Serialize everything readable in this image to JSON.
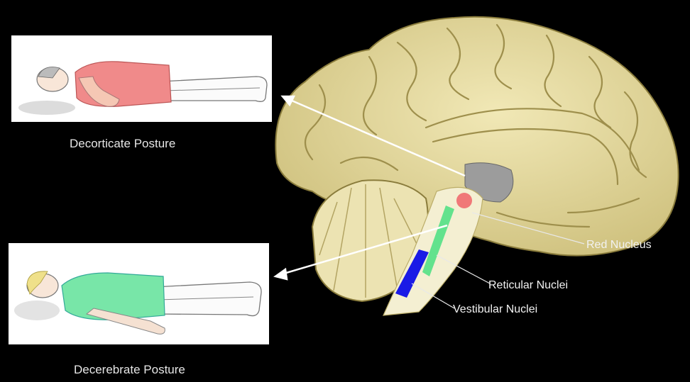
{
  "postures": {
    "decorticate": {
      "caption": "Decorticate Posture",
      "shirt_color": "#f08a8a"
    },
    "decerebrate": {
      "caption": "Decerebrate Posture",
      "shirt_color": "#78e6a8"
    }
  },
  "brain_labels": {
    "red_nucleus": "Red Nucleus",
    "reticular_nuclei": "Reticular Nuclei",
    "vestibular_nuclei": "Vestibular Nuclei"
  },
  "colors": {
    "background": "#000000",
    "brain": "#e8dfa6",
    "red_nucleus": "#f07878",
    "reticular": "#63e28d",
    "vestibular": "#1a1ae6",
    "arrow": "#ffffff"
  }
}
